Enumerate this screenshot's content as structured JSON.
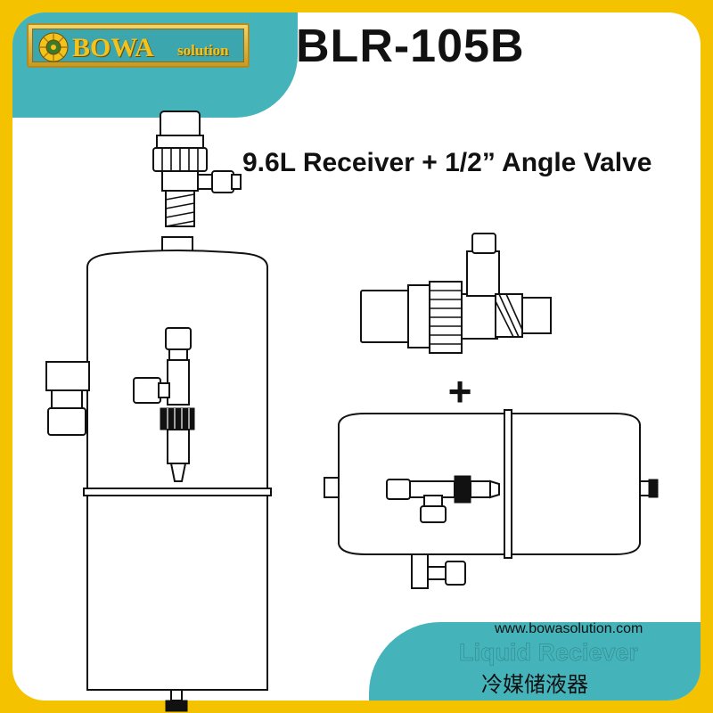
{
  "brand": {
    "name": "BOWA",
    "suffix": "solution",
    "emblem_icon": "sunflower-emblem-icon"
  },
  "product": {
    "model": "BLR-105B",
    "headline": "9.6L Receiver + 1/2” Angle Valve",
    "plus_sign": "+"
  },
  "footer": {
    "website": "www.bowasolution.com",
    "title_en": "Liquid Reciever",
    "title_cn": "冷媒储液器"
  },
  "colors": {
    "border": "#f5c200",
    "accent": "#45b3ba",
    "text": "#111111",
    "logo_gold": "#f2c21d"
  }
}
